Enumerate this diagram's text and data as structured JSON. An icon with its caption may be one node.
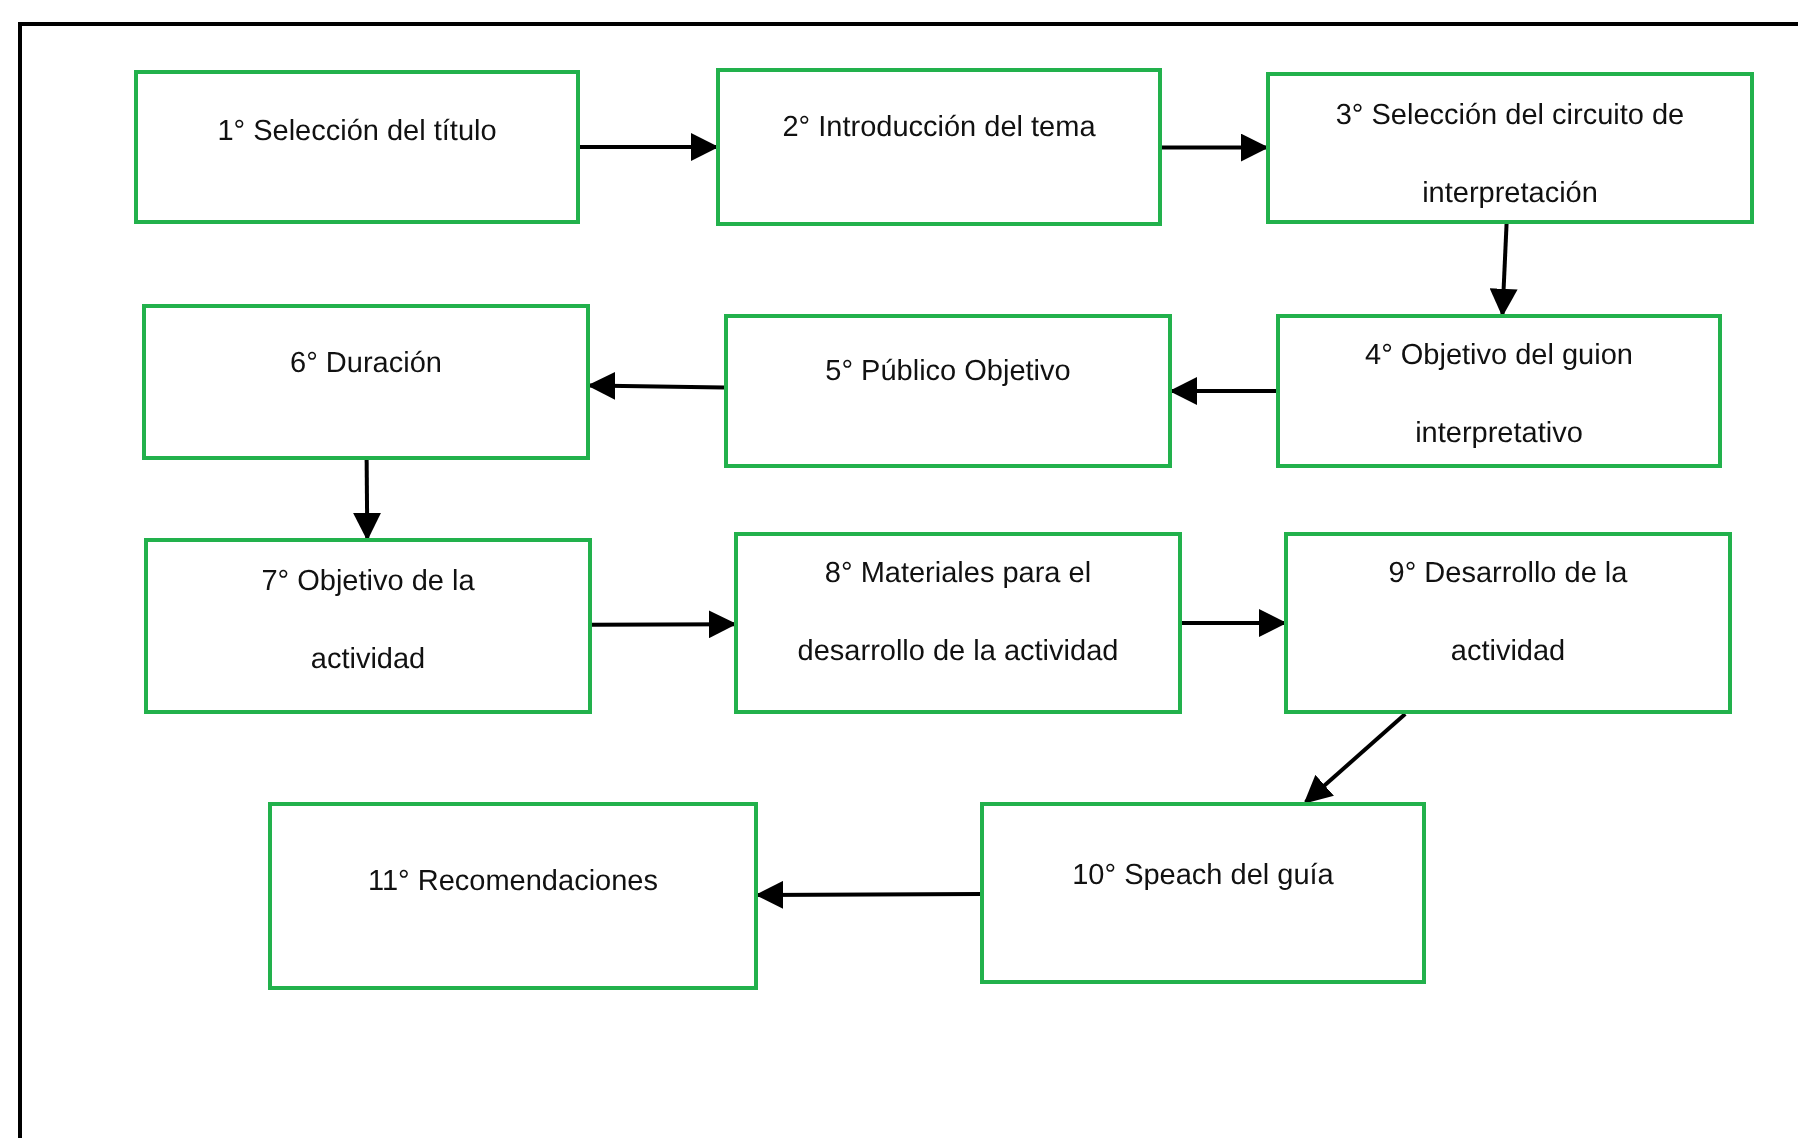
{
  "diagram": {
    "nodes": [
      {
        "text": [
          "1° Selección del título"
        ]
      },
      {
        "text": [
          "2° Introducción del tema"
        ]
      },
      {
        "text": [
          "3° Selección del circuito de interpretación"
        ]
      },
      {
        "text": [
          "4° Objetivo del guion interpretativo"
        ]
      },
      {
        "text": [
          "5° Público Objetivo"
        ]
      },
      {
        "text": [
          "6° Duración"
        ]
      },
      {
        "text": [
          "7° Objetivo de la actividad"
        ]
      },
      {
        "text": [
          "8° Materiales para el desarrollo de la actividad"
        ]
      },
      {
        "text": [
          "9° Desarrollo de la actividad"
        ]
      },
      {
        "text": [
          "10° Speach del guía"
        ]
      },
      {
        "text": [
          "11° Recomendaciones"
        ]
      }
    ],
    "edges": [
      {
        "from": 0,
        "to": 1,
        "arrow": "to"
      },
      {
        "from": 1,
        "to": 2,
        "arrow": "to"
      },
      {
        "from": 2,
        "to": 3,
        "arrow": "to"
      },
      {
        "from": 3,
        "to": 4,
        "arrow": "to"
      },
      {
        "from": 4,
        "to": 5,
        "arrow": "to"
      },
      {
        "from": 5,
        "to": 6,
        "arrow": "to"
      },
      {
        "from": 6,
        "to": 7,
        "arrow": "to"
      },
      {
        "from": 7,
        "to": 8,
        "arrow": "to"
      },
      {
        "from": 8,
        "to": 9,
        "arrow": "to"
      },
      {
        "from": 9,
        "to": 10,
        "arrow": "to"
      }
    ]
  }
}
